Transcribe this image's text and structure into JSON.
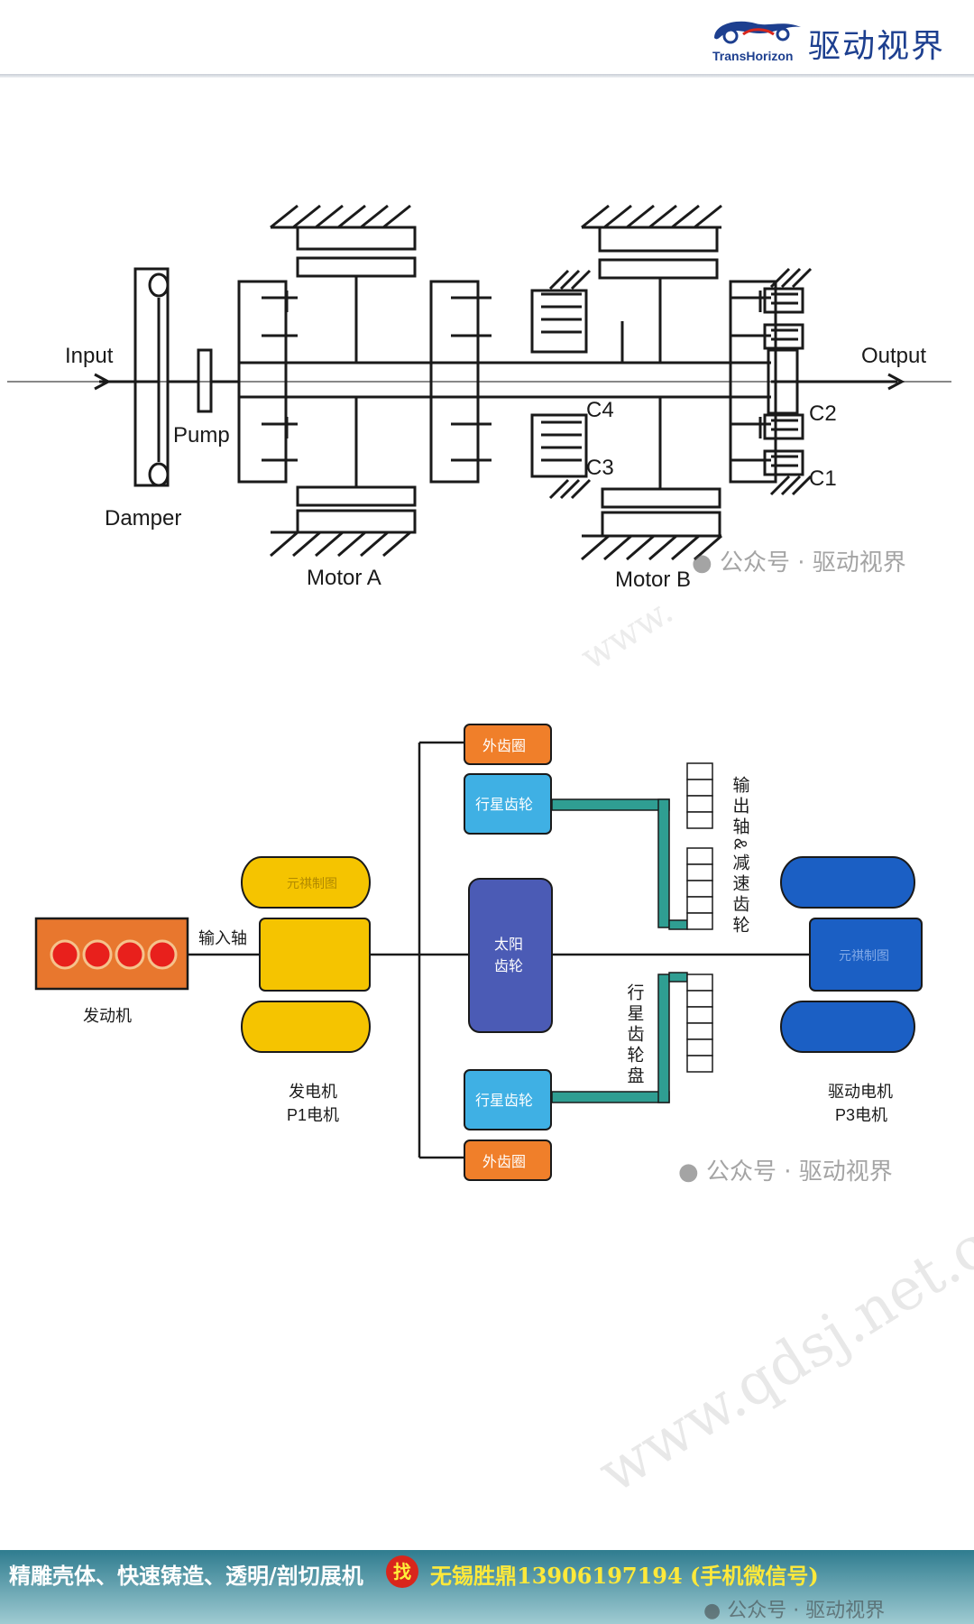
{
  "header": {
    "brand_cn": "驱动视界",
    "brand_en": "TransHorizon"
  },
  "top_diagram": {
    "input_label": "Input",
    "output_label": "Output",
    "pump_label": "Pump",
    "damper_label": "Damper",
    "motor_a_label": "Motor A",
    "motor_b_label": "Motor B",
    "clutch_labels": [
      "C4",
      "C3",
      "C2",
      "C1"
    ],
    "watermark": "公众号 · 驱动视界"
  },
  "bottom_diagram": {
    "engine_label": "发动机",
    "input_shaft_label": "输入轴",
    "generator_label_1": "发电机",
    "generator_label_2": "P1电机",
    "generator_watermark": "元祺制图",
    "ring_gear_top": "外齿圈",
    "ring_gear_bottom": "外齿圈",
    "planet_gear_top": "行星齿轮",
    "planet_gear_bottom": "行星齿轮",
    "sun_gear_line1": "太阳",
    "sun_gear_line2": "齿轮",
    "output_shaft_label": "输出轴&减速齿轮",
    "planet_carrier_label": "行星齿轮盘",
    "drive_motor_label_1": "驱动电机",
    "drive_motor_label_2": "P3电机",
    "drive_motor_watermark": "元祺制图",
    "watermark": "公众号 · 驱动视界",
    "colors": {
      "engine": "#e8772e",
      "generator": "#f5c400",
      "gear": "#f07f2a",
      "planet": "#3fb0e4",
      "sun": "#4b5bb5",
      "drive_motor": "#1b5fc4",
      "shaft": "#2f9e92"
    }
  },
  "page_watermark": "www.qdsj.net.cn",
  "footer": {
    "text": "精雕壳体、快速铸造、透明/剖切展机",
    "badge": "找",
    "phone": "无锡胜鼎13906197194 (手机微信号)",
    "watermark": "公众号 · 驱动视界"
  }
}
